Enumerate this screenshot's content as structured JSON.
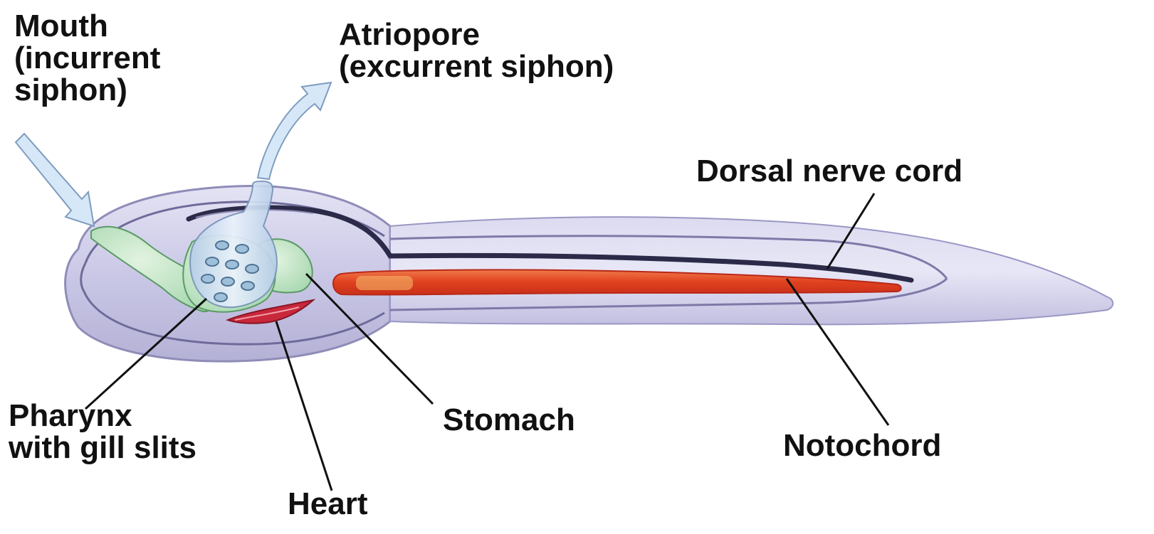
{
  "labels": {
    "mouth": [
      "Mouth",
      "(incurrent",
      "siphon)"
    ],
    "atriopore": [
      "Atriopore",
      "(excurrent siphon)"
    ],
    "dorsal_nerve_cord": "Dorsal nerve cord",
    "pharynx": [
      "Pharynx",
      "with gill slits"
    ],
    "stomach": "Stomach",
    "heart": "Heart",
    "notochord": "Notochord"
  },
  "colors": {
    "body": "#cfcde8",
    "body_outline": "#8f8cb8",
    "pharynx": "#a8d8b0",
    "siphon": "#c9dcf0",
    "notochord": "#e8522c",
    "nerve_cord": "#2b2a48",
    "heart": "#c8283c",
    "flow_arrow": "#d6e8f7"
  }
}
